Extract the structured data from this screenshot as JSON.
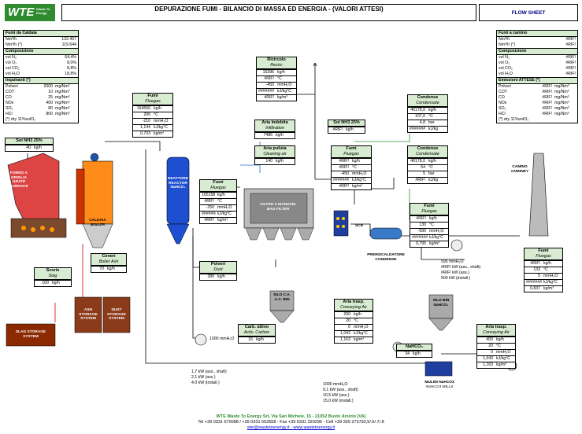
{
  "header": {
    "logo": "WTE",
    "logo_sub": "Waste To Energy",
    "title": "DEPURAZIONE FUMI - BILANCIO DI MASSA ED ENERGIA - (VALORI ATTESI)",
    "sheet": "FLOW SHEET"
  },
  "left_panel": {
    "section_title": "Fumi da Caldaia",
    "rows": [
      [
        "Nm³/h",
        "132.457"
      ],
      [
        "Nm³/h (*)",
        "119.644"
      ]
    ],
    "comp_title": "Composizione",
    "comp": [
      [
        "vol N₂",
        "64,4%"
      ],
      [
        "vol O₂",
        "8,0%"
      ],
      [
        "vol CO₂",
        "8,8%"
      ],
      [
        "vol H₂O",
        "18,8%"
      ]
    ],
    "inq_title": "Inquinanti (*)",
    "inq": [
      [
        "Polveri",
        "2000",
        "mg/Nm³"
      ],
      [
        "COT",
        "10",
        "mg/Nm³"
      ],
      [
        "CO",
        "25",
        "mg/Nm³"
      ],
      [
        "NOx",
        "400",
        "mg/Nm³"
      ],
      [
        "SO₂",
        "80",
        "mg/Nm³"
      ],
      [
        "HCl",
        "800",
        "mg/Nm³"
      ]
    ],
    "note": "(*) dry 11%volO₂"
  },
  "right_panel": {
    "section_title": "Fumi a camino",
    "rows": [
      [
        "Nm³/h",
        "#RIF!"
      ],
      [
        "Nm³/h (*)",
        "#RIF!"
      ]
    ],
    "comp_title": "Composizione",
    "comp": [
      [
        "vol N₂",
        "#RIF!"
      ],
      [
        "vol O₂",
        "#RIF!"
      ],
      [
        "vol CO₂",
        "#RIF!"
      ],
      [
        "vol H₂O",
        "#RIF!"
      ]
    ],
    "em_title": "Emissioni ATTESE (*)",
    "em": [
      [
        "Polveri",
        "#RIF!",
        "mg/Nm³"
      ],
      [
        "COT",
        "#RIF!",
        "mg/Nm³"
      ],
      [
        "CO",
        "#RIF!",
        "mg/Nm³"
      ],
      [
        "NOx",
        "#RIF!",
        "mg/Nm³"
      ],
      [
        "SO₂",
        "#RIF!",
        "mg/Nm³"
      ],
      [
        "HCl",
        "#RIF!",
        "mg/Nm³"
      ]
    ],
    "note": "(*) dry 11%volO₂"
  },
  "tables": {
    "sol_nh3_left": {
      "title": "Sol NH3 25%",
      "rows": [
        [
          "40",
          "kg/h"
        ]
      ]
    },
    "fumi1": {
      "title": "Fumi",
      "sub": "Fluegas",
      "rows": [
        [
          "164556",
          "kg/h"
        ],
        [
          "200",
          "°C"
        ],
        [
          "-210",
          "mmH₂O"
        ],
        [
          "1,144",
          "kJ/kg°C"
        ],
        [
          "0,703",
          "kg/m³"
        ]
      ]
    },
    "ricircolo": {
      "title": "Ricircolo",
      "sub": "Recirc",
      "rows": [
        [
          "15396",
          "kg/h"
        ],
        [
          "#RIF!",
          "°C"
        ],
        [
          "-450",
          "mmH₂O"
        ],
        [
          "#######",
          "kJ/kg°C"
        ],
        [
          "#RIF!",
          "kg/m³"
        ]
      ]
    },
    "aria_indebita": {
      "title": "Aria Indebita",
      "sub": "Infiltration",
      "rows": [
        [
          "7486",
          "kg/h"
        ]
      ]
    },
    "aria_pulizia": {
      "title": "Aria pulizia",
      "sub": "Cleaning air",
      "rows": [
        [
          "140",
          "kg/h"
        ]
      ]
    },
    "fumi2": {
      "title": "Fumi",
      "sub": "Fluegas",
      "rows": [
        [
          "165158",
          "kg/h"
        ],
        [
          "#RIF!",
          "°C"
        ],
        [
          "-250",
          "mmH₂O"
        ],
        [
          "#######",
          "kJ/kg°C"
        ],
        [
          "#RIF!",
          "kg/m³"
        ]
      ]
    },
    "sol_nh3_mid": {
      "title": "Sol NH3 25%",
      "rows": [
        [
          "#RIF!",
          "kg/h"
        ]
      ]
    },
    "fumi3": {
      "title": "Fumi",
      "sub": "Fluegas",
      "rows": [
        [
          "#RIF!",
          "kg/h"
        ],
        [
          "#RIF!",
          "°C"
        ],
        [
          "-450",
          "mmH₂O"
        ],
        [
          "#######",
          "kJ/kg°C"
        ],
        [
          "#RIF!",
          "kg/m³"
        ]
      ]
    },
    "condense1": {
      "title": "Condense",
      "sub": "Condensate",
      "rows": [
        [
          "40178,0",
          "kg/h"
        ],
        [
          "107,0",
          "°C"
        ],
        [
          "4,8",
          "bar"
        ],
        [
          "#######",
          "kJ/kg"
        ]
      ]
    },
    "condense2": {
      "title": "Condense",
      "sub": "Condensate",
      "rows": [
        [
          "40178,0",
          "kg/h"
        ],
        [
          "54",
          "°C"
        ],
        [
          "5",
          "bar"
        ],
        [
          "#RIF!",
          "kJ/kg"
        ]
      ]
    },
    "fumi4": {
      "title": "Fumi",
      "sub": "Fluegas",
      "rows": [
        [
          "#RIF!",
          "kg/h"
        ],
        [
          "130",
          "°C"
        ],
        [
          "-590",
          "mmH₂O"
        ],
        [
          "#######",
          "kJ/kg°C"
        ],
        [
          "0,795",
          "kg/m³"
        ]
      ]
    },
    "fumi5": {
      "title": "Fumi",
      "sub": "Fluegas",
      "rows": [
        [
          "#RIF!",
          "kg/h"
        ],
        [
          "133",
          "°C"
        ],
        [
          "5",
          "mmH₂O"
        ],
        [
          "#######",
          "kJ/kg°C"
        ],
        [
          "0,837",
          "kg/m³"
        ]
      ]
    },
    "ceneri": {
      "title": "Ceneri",
      "sub": "Boiler Ash",
      "rows": [
        [
          "70",
          "kg/h"
        ]
      ]
    },
    "polveri": {
      "title": "Polveri",
      "sub": "Dust",
      "rows": [
        [
          "280",
          "kg/h"
        ]
      ]
    },
    "scorie": {
      "title": "Scorie",
      "sub": "Slag",
      "rows": [
        [
          "100",
          "kg/h"
        ]
      ]
    },
    "carb": {
      "title": "Carb. attivo",
      "sub": "Activ. Carbon",
      "rows": [
        [
          "16",
          "kg/h"
        ]
      ]
    },
    "aria_trasp1": {
      "title": "Aria trasp.",
      "sub": "Conveying Air",
      "rows": [
        [
          "200",
          "kg/h"
        ],
        [
          "20",
          "°C"
        ],
        [
          "0",
          "mmH₂O"
        ],
        [
          "1,043",
          "kJ/kg°C"
        ],
        [
          "1,163",
          "kg/m³"
        ]
      ]
    },
    "nahco3": {
      "title": "NaHCO₃",
      "rows": [
        [
          "34",
          "kg/h"
        ]
      ]
    },
    "aria_trasp2": {
      "title": "Aria trasp.",
      "sub": "Conveying Air",
      "rows": [
        [
          "400",
          "kg/h"
        ],
        [
          "20",
          "°C"
        ],
        [
          "0",
          "mmH₂O"
        ],
        [
          "1,043",
          "kJ/kg°C"
        ],
        [
          "1,163",
          "kg/m³"
        ]
      ]
    }
  },
  "labels": {
    "forno": "FORNO A GRIGLIA",
    "forno_en": "GRATE FURNACE",
    "caldaia": "CALDAIA",
    "caldaia_en": "BOILER",
    "reattore": "REATTORE REACTOR NaHCO₃",
    "filtro": "FILTRO A MANICHE",
    "filtro_en": "BAG FILTER",
    "scr": "SCR",
    "camino": "CAMINO",
    "camino_en": "CHIMNEY",
    "prerisc": "PRERISCALDATORE CONDENSE",
    "slag": "SLAG STORAGE SYSTEM",
    "ash": "ASH STORAGE SYSTEM",
    "dust": "DUST STORAGE SYSTEM",
    "silo_ca": "SILO C.A. A.C. BIN",
    "silo_na": "SILO BIN NaHCO₃",
    "mulini": "MULINI NaHCO3",
    "mulini_en": "NaHCO3 MILLS"
  },
  "fan_texts": {
    "fan_mid": [
      "595 mmH₂O",
      "#RIF!   kW (ass., shaft)",
      "#RIF!   kW (ass.)",
      "500 kW (install.)"
    ],
    "fan_low": [
      "1000 mmH₂O"
    ],
    "fan_low_kw": [
      "1,7 kW (ass., shaft)",
      "2,1 kW (ass.)",
      "4,0 kW (install.)"
    ],
    "mills_kw": [
      "1000 mmH₂O",
      "9,1 kW (ass., shaft)",
      "10,5 kW (ass.)",
      "15,0 kW (install.)"
    ]
  },
  "footer": {
    "line1": "WTE Waste To Energy SrL Via San Michele, 15 - 21052 Busto Arsizio [VA]",
    "line2": "Tel +39 0331 670088 / +39 0331 653558 - Fax +39 0331 320296 - Cell +39 329 273792,5/.6/.7/.8",
    "line3": "wte@wastetoenergy.it - www.wastetoenergy.it"
  },
  "colors": {
    "header_green": "#d7ecd1",
    "logo_green": "#2e8b2e",
    "pipe": "#000000",
    "accent_blue": "#3366cc"
  }
}
